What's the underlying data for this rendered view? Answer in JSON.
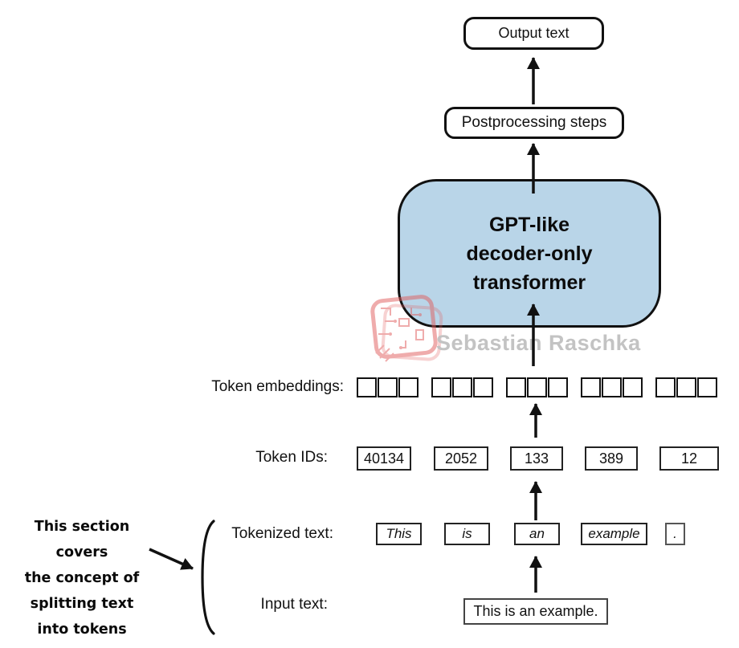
{
  "diagram": {
    "output_box": {
      "label": "Output text"
    },
    "postprocessing_box": {
      "label": "Postprocessing steps"
    },
    "transformer_box": {
      "lines": [
        "GPT-like",
        "decoder-only",
        "transformer"
      ],
      "fill_color": "#b9d5e8"
    },
    "token_embeddings": {
      "label": "Token embeddings:",
      "groups": 5,
      "cells_per_group": 3
    },
    "token_ids": {
      "label": "Token IDs:",
      "values": [
        "40134",
        "2052",
        "133",
        "389",
        "12"
      ]
    },
    "tokenized_text": {
      "label": "Tokenized text:",
      "tokens": [
        "This",
        "is",
        "an",
        "example",
        "."
      ]
    },
    "input_text": {
      "label": "Input text:",
      "value": "This is an example."
    }
  },
  "annotation": {
    "lines": [
      "This section covers",
      "the concept of",
      "splitting text",
      "into tokens"
    ]
  },
  "watermark": {
    "author": "Sebastian Raschka",
    "logo": "circuit-stamp-icon",
    "text_color": "#c3c3c3",
    "logo_color": "#e05c5c"
  },
  "colors": {
    "arrow": "#111111",
    "background": "#ffffff"
  }
}
